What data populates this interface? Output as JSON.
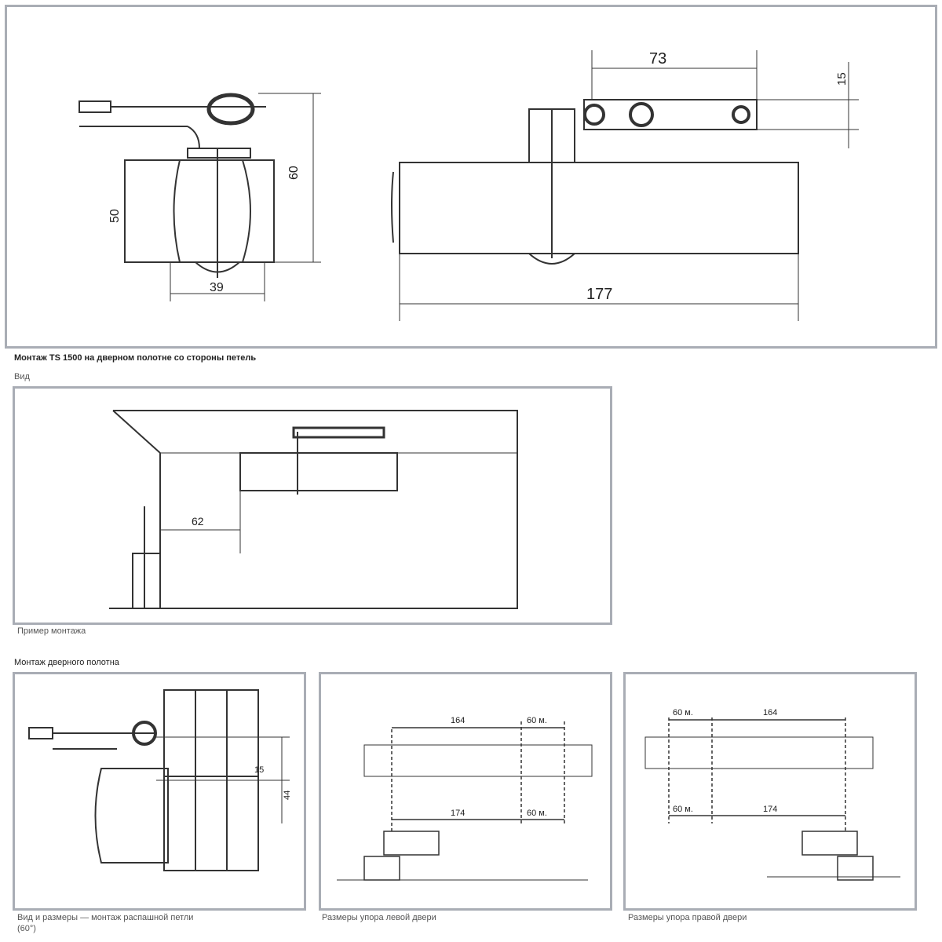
{
  "section_title": "Монтаж TS 1500 на дверном полотне со стороны петель",
  "view_label": "Вид",
  "example_caption": "Пример монтажа",
  "section2_title": "Монтаж дверного полотна",
  "captions": [
    "Вид и размеры — монтаж распашной петли",
    "Размеры упора левой двери",
    "Размеры упора правой двери"
  ],
  "caption_cont": "(60°)",
  "dimensions": {
    "top_left": {
      "height": "60",
      "body": "50",
      "width": "39"
    },
    "top_right": {
      "arm": "73",
      "offset": "15",
      "length": "177"
    },
    "mount": {
      "distance": "62"
    },
    "left_door": {
      "a": "164",
      "b": "60 м.",
      "c": "174",
      "d": "60 м."
    },
    "right_door": {
      "a": "60 м.",
      "b": "164",
      "c": "60 м.",
      "d": "174"
    },
    "hinge": {
      "a": "15",
      "b": "44"
    }
  }
}
